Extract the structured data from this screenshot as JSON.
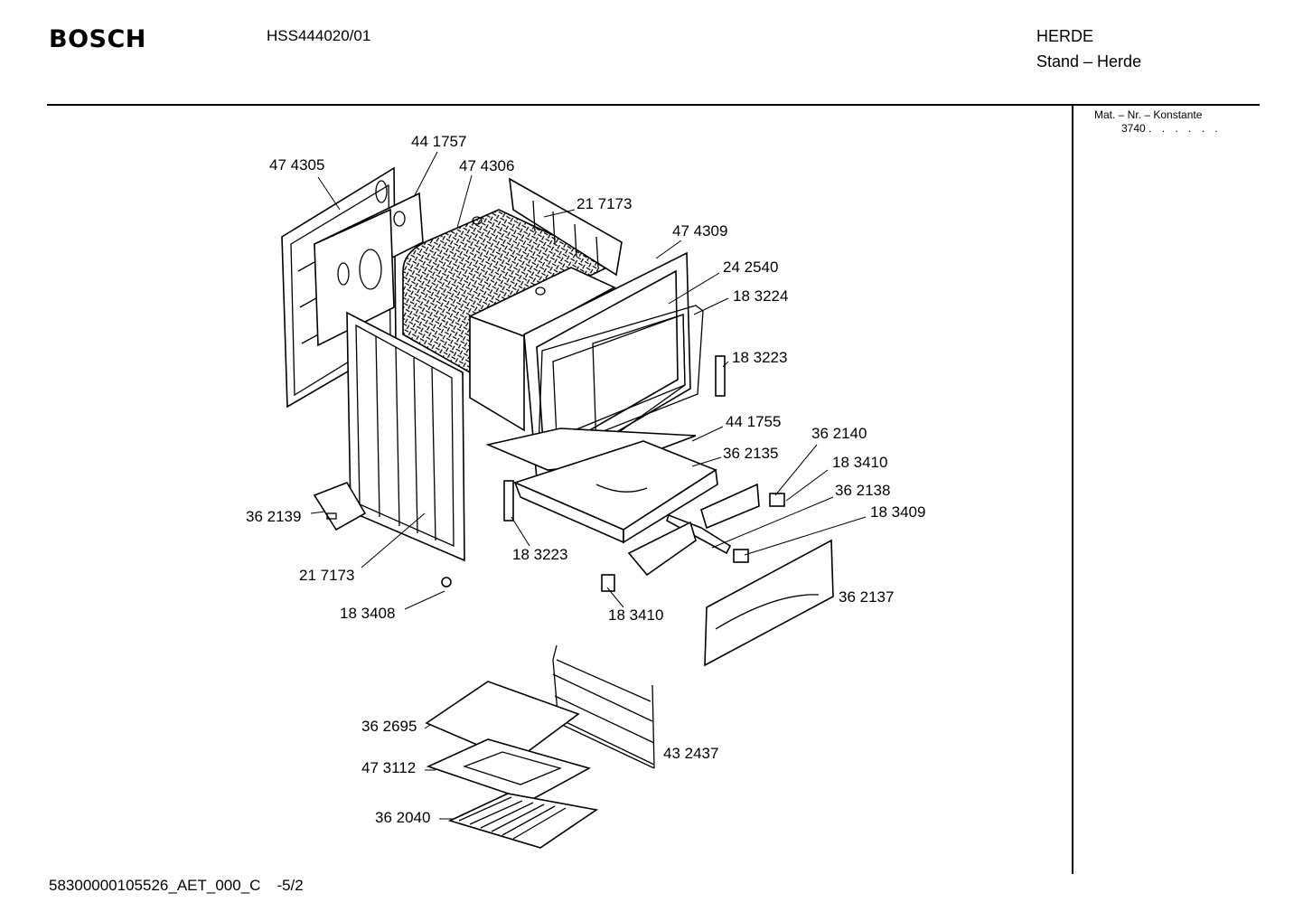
{
  "header": {
    "brand": "BOSCH",
    "model": "HSS444020/01",
    "category": "HERDE",
    "subcategory": "Stand – Herde"
  },
  "side_panel": {
    "mat_label": "Mat. – Nr. – Konstante",
    "mat_value": "3740",
    "mat_dots": ". . . . . ."
  },
  "footer": {
    "doc_id": "58300000105526_AET_000_C",
    "page": "-5/2"
  },
  "parts": [
    "47 4305",
    "44 1757",
    "47 4306",
    "21 7173",
    "47 4309",
    "24 2540",
    "18 3224",
    "18 3223",
    "44 1755",
    "36 2140",
    "36 2135",
    "18 3410",
    "36 2138",
    "18 3409",
    "36 2139",
    "18 3223",
    "21 7173",
    "18 3408",
    "18 3410",
    "36 2137",
    "36 2695",
    "43 2437",
    "47 3112",
    "36 2040"
  ]
}
